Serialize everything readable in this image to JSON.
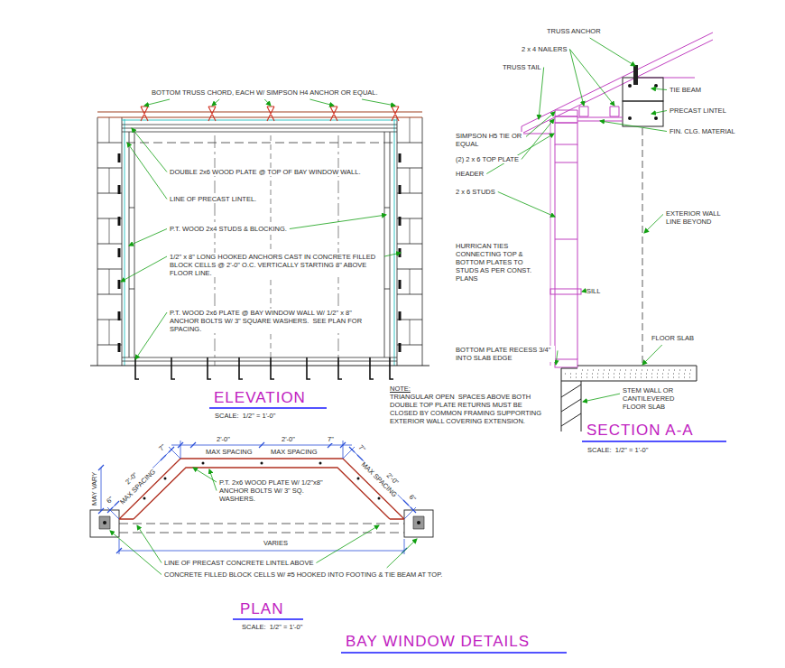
{
  "diagram": {
    "title": "BAY WINDOW DETAILS",
    "labels": [
      "BOTTOM TRUSS CHORD, EACH W/ SIMPSON H4 ANCHOR OR EQUAL.",
      "DOUBLE 2x6 WOOD PLATE @ TOP OF BAY WINDOW WALL.",
      "LINE OF PRECAST LINTEL.",
      "P.T. WOOD 2x4 STUDS & BLOCKING.",
      "1/2\" x 8\" LONG HOOKED ANCHORS CAST IN CONCRETE FILLED BLOCK CELLS @ 2'-0\" O.C. VERTICALLY STARTING 8\" ABOVE FLOOR LINE.",
      "P.T. WOOD 2x6 PLATE @ BAY WINDOW WALL W/ 1/2\" x 8\" ANCHOR BOLTS W/ 3\" SQUARE WASHERS.  SEE PLAN FOR SPACING.",
      "ELEVATION",
      "SCALE:  1/2\" = 1'-0\"",
      "NOTE:",
      "TRIANGULAR OPEN  SPACES ABOVE BOTH DOUBLE TOP PLATE RETURNS MUST BE CLOSED BY COMMON FRAMING SUPPORTING EXTERIOR WALL COVERING EXTENSION.",
      "MAY VARY",
      "6\"",
      "2'-0\"",
      "MAX SPACING",
      "7\"",
      "2'-0\"",
      "MAX SPACING",
      "2'-0\"",
      "MAX SPACING",
      "7\"",
      "7\"",
      "2'-0\"",
      "MAX SPACING",
      "6\"",
      "P.T. 2x6 WOOD PLATE W/ 1/2\"x8\" ANCHOR BOLTS W/ 3\" SQ. WASHERS.",
      "VARIES",
      "LINE OF PRECAST CONCRETE LINTEL ABOVE",
      "CONCRETE FILLED BLOCK CELLS W/ #5 HOOKED INTO FOOTING & TIE BEAM AT TOP.",
      "PLAN",
      "SCALE:  1/2\" = 1'-0\"",
      "TRUSS ANCHOR",
      "2 x 4 NAILERS",
      "TRUSS TAIL",
      "TIE BEAM",
      "PRECAST LINTEL",
      "FIN. CLG. MATERIAL",
      "SIMPSON H5 TIE OR EQUAL",
      "(2) 2 x 6 TOP PLATE",
      "HEADER",
      "2 x 6 STUDS",
      "EXTERIOR WALL LINE BEYOND",
      "HURRICAN TIES CONNECTING TOP & BOTTOM PLATES TO STUDS AS PER CONST. PLANS",
      "SILL",
      "BOTTOM PLATE RECESS 3/4\" INTO SLAB EDGE",
      "FLOOR SLAB",
      "STEM WALL OR CANTILEVERED FLOOR SLAB",
      "SECTION A-A",
      "SCALE:  1/2\" = 1'-0\""
    ]
  }
}
